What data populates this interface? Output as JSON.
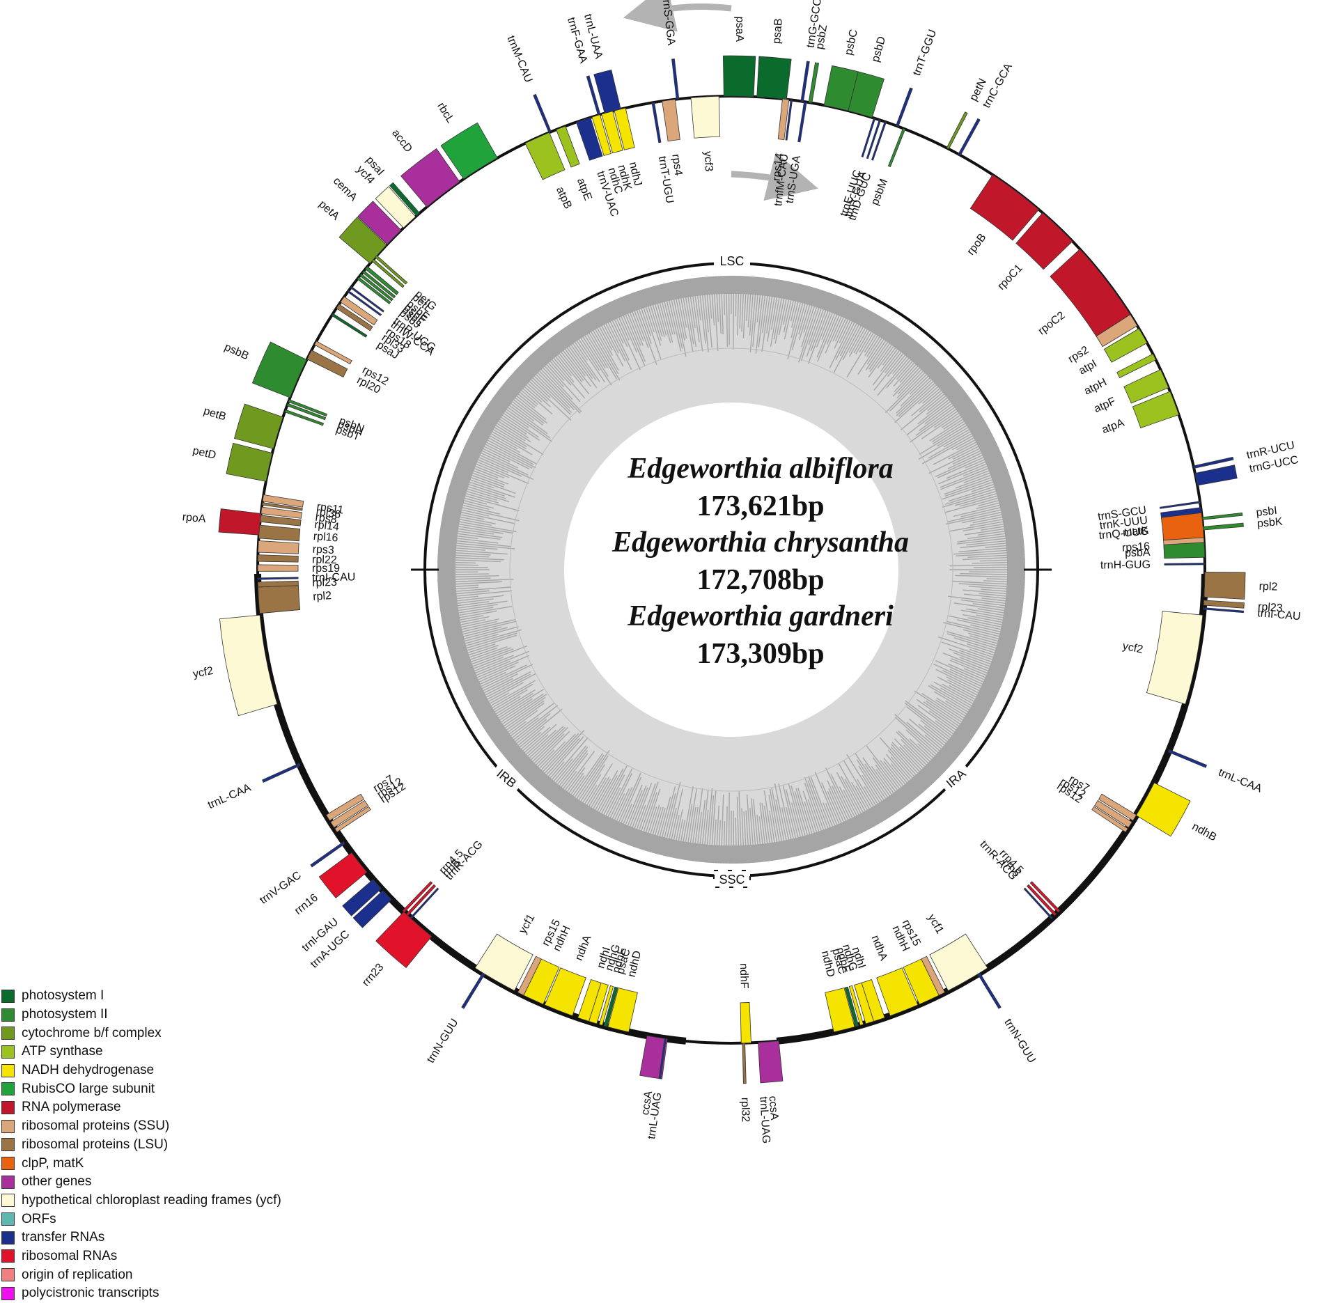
{
  "center": {
    "lines": [
      {
        "kind": "species",
        "text": "Edgeworthia albiflora"
      },
      {
        "kind": "size",
        "text": "173,621bp"
      },
      {
        "kind": "species",
        "text": "Edgeworthia chrysantha"
      },
      {
        "kind": "size",
        "text": "172,708bp"
      },
      {
        "kind": "species",
        "text": "Edgeworthia gardneri"
      },
      {
        "kind": "size",
        "text": "173,309bp"
      }
    ]
  },
  "regions": {
    "lsc": "LSC",
    "ssc": "SSC",
    "ira": "IRA",
    "irb": "IRB"
  },
  "colors": {
    "photosystem_I": "#0b6b2d",
    "photosystem_II": "#2e8b2f",
    "cytochrome": "#6f9a1f",
    "atp": "#9cc21f",
    "ndh": "#f5e400",
    "rubisco": "#21a33c",
    "rna_pol": "#c0182a",
    "ssu": "#dba77a",
    "lsu": "#9a7445",
    "clpp": "#e8620f",
    "other": "#a9309c",
    "ycf": "#fdf9d5",
    "orf": "#5fb8b0",
    "trna": "#1b2f8c",
    "rrna": "#e0132a",
    "ori": "#f08080",
    "poly": "#ee11ee",
    "gc_dark": "#a5a5a5",
    "gc_light": "#d9d9d9",
    "arrow": "#b3b3b3"
  },
  "legend": [
    {
      "label": "photosystem I",
      "color": "#0b6b2d"
    },
    {
      "label": "photosystem II",
      "color": "#2e8b2f"
    },
    {
      "label": "cytochrome b/f complex",
      "color": "#6f9a1f"
    },
    {
      "label": "ATP synthase",
      "color": "#9cc21f"
    },
    {
      "label": "NADH dehydrogenase",
      "color": "#f5e400"
    },
    {
      "label": "RubisCO large subunit",
      "color": "#21a33c"
    },
    {
      "label": "RNA polymerase",
      "color": "#c0182a"
    },
    {
      "label": "ribosomal proteins (SSU)",
      "color": "#dba77a"
    },
    {
      "label": "ribosomal proteins (LSU)",
      "color": "#9a7445"
    },
    {
      "label": "clpP, matK",
      "color": "#e8620f"
    },
    {
      "label": "other genes",
      "color": "#a9309c"
    },
    {
      "label": "hypothetical chloroplast reading frames (ycf)",
      "color": "#fdf9d5"
    },
    {
      "label": "ORFs",
      "color": "#5fb8b0"
    },
    {
      "label": "transfer RNAs",
      "color": "#1b2f8c"
    },
    {
      "label": "ribosomal RNAs",
      "color": "#e0132a"
    },
    {
      "label": "origin of replication",
      "color": "#f08080"
    },
    {
      "label": "polycistronic transcripts",
      "color": "#ee11ee"
    }
  ],
  "genes_outside": [
    {
      "name": "trnS-GGA",
      "cls": "trna",
      "a": 353.5,
      "w": 0.3
    },
    {
      "name": "trnL-UAA",
      "cls": "trna",
      "a": 345.5,
      "w": 2.0
    },
    {
      "name": "trnF-GAA",
      "cls": "trna",
      "a": 343.8,
      "w": 0.3
    },
    {
      "name": "trnM-CAU",
      "cls": "trna",
      "a": 337.5,
      "w": 0.3
    },
    {
      "name": "rbcL",
      "cls": "rubisco",
      "a": 328.0,
      "w": 4.8
    },
    {
      "name": "accD",
      "cls": "other",
      "a": 322.5,
      "w": 5.0
    },
    {
      "name": "psaI",
      "cls": "photosystem_I",
      "a": 318.6,
      "w": 0.5
    },
    {
      "name": "ycf4",
      "cls": "ycf",
      "a": 317.2,
      "w": 2.0
    },
    {
      "name": "cemA",
      "cls": "other",
      "a": 314.6,
      "w": 2.4
    },
    {
      "name": "petA",
      "cls": "cytochrome",
      "a": 311.8,
      "w": 3.0
    },
    {
      "name": "psbB",
      "cls": "photosystem_II",
      "a": 293.8,
      "w": 5.0
    },
    {
      "name": "petB",
      "cls": "cytochrome",
      "a": 286.8,
      "w": 4.0
    },
    {
      "name": "petD",
      "cls": "cytochrome",
      "a": 282.5,
      "w": 3.5
    },
    {
      "name": "ycf2",
      "cls": "ycf",
      "a": 259.0,
      "w": 11.0
    },
    {
      "name": "psaA",
      "cls": "photosystem_I",
      "a": 360.9,
      "w": 3.6
    },
    {
      "name": "psaB",
      "cls": "photosystem_I",
      "a": 4.9,
      "w": 3.6
    },
    {
      "name": "trnG-GCC",
      "cls": "trna",
      "a": 8.6,
      "w": 0.3
    },
    {
      "name": "psbZ",
      "cls": "photosystem_II",
      "a": 9.6,
      "w": 0.4
    },
    {
      "name": "psbC",
      "cls": "photosystem_II",
      "a": 12.8,
      "w": 3.0
    },
    {
      "name": "psbD",
      "cls": "photosystem_II",
      "a": 15.8,
      "w": 3.0
    },
    {
      "name": "trnT-GGU",
      "cls": "trna",
      "a": 20.5,
      "w": 0.3
    },
    {
      "name": "petN",
      "cls": "cytochrome",
      "a": 27.2,
      "w": 0.3
    },
    {
      "name": "trnC-GCA",
      "cls": "trna",
      "a": 28.8,
      "w": 0.3
    },
    {
      "name": "trnR-UCU",
      "cls": "trna",
      "a": 77.5,
      "w": 0.3
    },
    {
      "name": "trnG-UCC",
      "cls": "trna",
      "a": 79.0,
      "w": 1.5
    },
    {
      "name": "psbI",
      "cls": "photosystem_II",
      "a": 83.8,
      "w": 0.3
    },
    {
      "name": "psbK",
      "cls": "photosystem_II",
      "a": 85.0,
      "w": 0.4
    },
    {
      "name": "rpl2",
      "cls": "lsu",
      "a": 91.8,
      "w": 3.0
    },
    {
      "name": "rpl23",
      "cls": "lsu",
      "a": 94.0,
      "w": 0.6
    },
    {
      "name": "trnI-CAU",
      "cls": "trna",
      "a": 94.7,
      "w": 0.2
    },
    {
      "name": "trnL-CAA",
      "cls": "trna",
      "a": 112.5,
      "w": 0.3
    },
    {
      "name": "ndhB",
      "cls": "ndh",
      "a": 119.0,
      "w": 4.5
    },
    {
      "name": "trnN-GUU",
      "cls": "trna",
      "a": 148.5,
      "w": 0.3
    },
    {
      "name": "rpl32",
      "cls": "lsu",
      "a": 178.5,
      "w": 0.3
    },
    {
      "name": "trnL-UAG",
      "cls": "trna",
      "a": 176.5,
      "w": 0.2
    },
    {
      "name": "ccsA",
      "cls": "other",
      "a": 175.5,
      "w": 2.5
    },
    {
      "name": "ccsA",
      "cls": "other",
      "a": 189.0,
      "w": 2.5
    },
    {
      "name": "trnL-UAG",
      "cls": "trna",
      "a": 188.0,
      "w": 0.2
    },
    {
      "name": "trnN-GUU",
      "cls": "trna",
      "a": 211.5,
      "w": 0.3
    },
    {
      "name": "trnL-CAA",
      "cls": "trna",
      "a": 245.7,
      "w": 0.3
    },
    {
      "name": "rrn23",
      "cls": "rrna",
      "a": 221.5,
      "w": 4.5
    },
    {
      "name": "trnA-UGC",
      "cls": "trna",
      "a": 226.6,
      "w": 1.5
    },
    {
      "name": "trnI-GAU",
      "cls": "trna",
      "a": 228.4,
      "w": 1.5
    },
    {
      "name": "rrn16",
      "cls": "rrna",
      "a": 231.8,
      "w": 3.0
    },
    {
      "name": "trnV-GAC",
      "cls": "trna",
      "a": 234.8,
      "w": 0.3
    },
    {
      "name": "rpoA",
      "cls": "rna_pol",
      "a": 275.5,
      "w": 2.6
    }
  ],
  "genes_inside": [
    {
      "name": "trnV-UAC",
      "cls": "trna",
      "a": 341.8,
      "w": 1.8
    },
    {
      "name": "atpE",
      "cls": "atp",
      "a": 338.9,
      "w": 1.2
    },
    {
      "name": "atpB",
      "cls": "atp",
      "a": 335.8,
      "w": 3.2
    },
    {
      "name": "ndhJ",
      "cls": "ndh",
      "a": 346.4,
      "w": 1.4
    },
    {
      "name": "ndhK",
      "cls": "ndh",
      "a": 344.8,
      "w": 1.4
    },
    {
      "name": "ndhC",
      "cls": "ndh",
      "a": 343.4,
      "w": 1.0
    },
    {
      "name": "rps4",
      "cls": "ssu",
      "a": 352.4,
      "w": 1.6
    },
    {
      "name": "trnT-UGU",
      "cls": "trna",
      "a": 350.5,
      "w": 0.3
    },
    {
      "name": "ycf3",
      "cls": "ycf",
      "a": 356.8,
      "w": 3.4
    },
    {
      "name": "rps14",
      "cls": "ssu",
      "a": 6.6,
      "w": 0.8
    },
    {
      "name": "trnfM-CAU",
      "cls": "trna",
      "a": 7.3,
      "w": 0.2
    },
    {
      "name": "trnS-UGA",
      "cls": "trna",
      "a": 9.0,
      "w": 0.3
    },
    {
      "name": "trnE-UUC",
      "cls": "trna",
      "a": 17.6,
      "w": 0.2
    },
    {
      "name": "trnY-GUA",
      "cls": "trna",
      "a": 18.3,
      "w": 0.2
    },
    {
      "name": "trnD-GUC",
      "cls": "trna",
      "a": 19.0,
      "w": 0.2
    },
    {
      "name": "psbM",
      "cls": "photosystem_II",
      "a": 21.4,
      "w": 0.3
    },
    {
      "name": "rpoB",
      "cls": "rna_pol",
      "a": 37.0,
      "w": 7.0
    },
    {
      "name": "rpoC1",
      "cls": "rna_pol",
      "a": 43.6,
      "w": 5.0
    },
    {
      "name": "rpoC2",
      "cls": "rna_pol",
      "a": 52.4,
      "w": 10.0
    },
    {
      "name": "rps2",
      "cls": "ssu",
      "a": 58.2,
      "w": 1.6
    },
    {
      "name": "atpI",
      "cls": "atp",
      "a": 60.4,
      "w": 2.0
    },
    {
      "name": "atpH",
      "cls": "atp",
      "a": 63.3,
      "w": 0.8
    },
    {
      "name": "atpF",
      "cls": "atp",
      "a": 66.2,
      "w": 2.4
    },
    {
      "name": "atpA",
      "cls": "atp",
      "a": 69.4,
      "w": 3.0
    },
    {
      "name": "trnS-GCU",
      "cls": "trna",
      "a": 81.8,
      "w": 0.2
    },
    {
      "name": "trnQ-UUG",
      "cls": "trna",
      "a": 84.7,
      "w": 0.2
    },
    {
      "name": "rps16",
      "cls": "ssu",
      "a": 86.8,
      "w": 2.2
    },
    {
      "name": "trnK-UUU",
      "cls": "trna",
      "a": 83.2,
      "w": 1.5
    },
    {
      "name": "matK",
      "cls": "clpp",
      "a": 84.6,
      "w": 3.0
    },
    {
      "name": "psbA",
      "cls": "photosystem_II",
      "a": 87.6,
      "w": 1.8
    },
    {
      "name": "trnH-GUG",
      "cls": "trna",
      "a": 89.3,
      "w": 0.2
    },
    {
      "name": "ycf2",
      "cls": "ycf",
      "a": 101.0,
      "w": 11.0
    },
    {
      "name": "rps7",
      "cls": "ssu",
      "a": 121.6,
      "w": 0.8
    },
    {
      "name": "rps12",
      "cls": "ssu",
      "a": 122.6,
      "w": 0.8
    },
    {
      "name": "rps12",
      "cls": "ssu",
      "a": 123.4,
      "w": 0.5
    },
    {
      "name": "rrn4.5",
      "cls": "rrna",
      "a": 136.2,
      "w": 0.3
    },
    {
      "name": "rrn5",
      "cls": "rrna",
      "a": 136.8,
      "w": 0.3
    },
    {
      "name": "trnR-ACG",
      "cls": "trna",
      "a": 137.4,
      "w": 0.2
    },
    {
      "name": "ycf1",
      "cls": "ycf",
      "a": 150.0,
      "w": 5.5
    },
    {
      "name": "rps15",
      "cls": "ssu",
      "a": 153.6,
      "w": 0.8
    },
    {
      "name": "ndhH",
      "cls": "ndh",
      "a": 155.3,
      "w": 2.6
    },
    {
      "name": "ndhA",
      "cls": "ndh",
      "a": 158.6,
      "w": 3.6
    },
    {
      "name": "ndhI",
      "cls": "ndh",
      "a": 161.8,
      "w": 1.4
    },
    {
      "name": "ndhG",
      "cls": "ndh",
      "a": 163.0,
      "w": 1.0
    },
    {
      "name": "ndhE",
      "cls": "ndh",
      "a": 164.0,
      "w": 0.4
    },
    {
      "name": "psaC",
      "cls": "photosystem_I",
      "a": 164.6,
      "w": 0.4
    },
    {
      "name": "ndhD",
      "cls": "ndh",
      "a": 166.2,
      "w": 2.6
    },
    {
      "name": "ndhF",
      "cls": "ndh",
      "a": 178.2,
      "w": 1.2
    },
    {
      "name": "ndhD",
      "cls": "ndh",
      "a": 193.8,
      "w": 2.6
    },
    {
      "name": "psaC",
      "cls": "photosystem_I",
      "a": 195.4,
      "w": 0.4
    },
    {
      "name": "ndhE",
      "cls": "ndh",
      "a": 196.0,
      "w": 0.4
    },
    {
      "name": "ndhG",
      "cls": "ndh",
      "a": 197.0,
      "w": 1.0
    },
    {
      "name": "ndhI",
      "cls": "ndh",
      "a": 198.2,
      "w": 1.4
    },
    {
      "name": "ndhA",
      "cls": "ndh",
      "a": 201.4,
      "w": 3.6
    },
    {
      "name": "ndhH",
      "cls": "ndh",
      "a": 204.7,
      "w": 2.6
    },
    {
      "name": "rps15",
      "cls": "ssu",
      "a": 206.4,
      "w": 0.8
    },
    {
      "name": "ycf1",
      "cls": "ycf",
      "a": 210.0,
      "w": 5.5
    },
    {
      "name": "trnR-ACG",
      "cls": "trna",
      "a": 222.6,
      "w": 0.2
    },
    {
      "name": "rrn5",
      "cls": "rrna",
      "a": 223.2,
      "w": 0.3
    },
    {
      "name": "rrn4.5",
      "cls": "rrna",
      "a": 223.8,
      "w": 0.3
    },
    {
      "name": "rps12",
      "cls": "ssu",
      "a": 236.6,
      "w": 0.5
    },
    {
      "name": "rps12",
      "cls": "ssu",
      "a": 237.4,
      "w": 0.8
    },
    {
      "name": "rps7",
      "cls": "ssu",
      "a": 238.4,
      "w": 0.8
    },
    {
      "name": "rpl2",
      "cls": "lsu",
      "a": 266.3,
      "w": 3.2
    },
    {
      "name": "rpl23",
      "cls": "lsu",
      "a": 268.2,
      "w": 0.6
    },
    {
      "name": "trnI-CAU",
      "cls": "trna",
      "a": 268.9,
      "w": 0.2
    },
    {
      "name": "rps19",
      "cls": "ssu",
      "a": 270.2,
      "w": 0.8
    },
    {
      "name": "rpl22",
      "cls": "lsu",
      "a": 271.4,
      "w": 0.8
    },
    {
      "name": "rps3",
      "cls": "ssu",
      "a": 272.8,
      "w": 1.4
    },
    {
      "name": "rpl16",
      "cls": "lsu",
      "a": 274.6,
      "w": 1.6
    },
    {
      "name": "rpl14",
      "cls": "lsu",
      "a": 276.2,
      "w": 0.8
    },
    {
      "name": "rps8",
      "cls": "ssu",
      "a": 277.2,
      "w": 0.8
    },
    {
      "name": "rpl36",
      "cls": "lsu",
      "a": 278.0,
      "w": 0.3
    },
    {
      "name": "rps11",
      "cls": "ssu",
      "a": 278.7,
      "w": 0.8
    },
    {
      "name": "psbT",
      "cls": "photosystem_II",
      "a": 289.6,
      "w": 0.3
    },
    {
      "name": "psbH",
      "cls": "photosystem_II",
      "a": 290.4,
      "w": 0.3
    },
    {
      "name": "psbN",
      "cls": "photosystem_II",
      "a": 290.9,
      "w": 0.3
    },
    {
      "name": "rpl20",
      "cls": "lsu",
      "a": 297.0,
      "w": 1.2
    },
    {
      "name": "rps12",
      "cls": "ssu",
      "a": 298.6,
      "w": 0.5
    },
    {
      "name": "psaJ",
      "cls": "photosystem_I",
      "a": 302.6,
      "w": 0.3
    },
    {
      "name": "rpl33",
      "cls": "lsu",
      "a": 303.8,
      "w": 0.6
    },
    {
      "name": "rps18",
      "cls": "ssu",
      "a": 304.8,
      "w": 0.8
    },
    {
      "name": "psbJ",
      "cls": "photosystem_II",
      "a": 308.0,
      "w": 0.3
    },
    {
      "name": "psbL",
      "cls": "photosystem_II",
      "a": 308.5,
      "w": 0.3
    },
    {
      "name": "psbF",
      "cls": "photosystem_II",
      "a": 309.0,
      "w": 0.3
    },
    {
      "name": "psbE",
      "cls": "photosystem_II",
      "a": 309.6,
      "w": 0.4
    },
    {
      "name": "trnW-CCA",
      "cls": "trna",
      "a": 306.0,
      "w": 0.2
    },
    {
      "name": "trnP-UGG",
      "cls": "trna",
      "a": 306.6,
      "w": 0.2
    },
    {
      "name": "petL",
      "cls": "cytochrome",
      "a": 310.8,
      "w": 0.3
    },
    {
      "name": "petG",
      "cls": "cytochrome",
      "a": 311.4,
      "w": 0.3
    }
  ]
}
